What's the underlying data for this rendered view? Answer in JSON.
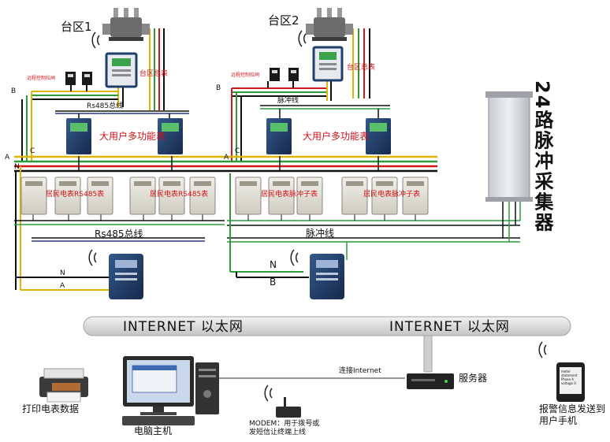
{
  "district_1": {
    "title": "台区1",
    "remote_switch_label": "远程控制拉闸",
    "main_meter_label": "台区总表",
    "bus_label": "Rs485总线",
    "large_user_label": "大用户多功能表",
    "resident_label_a": "居民电表RS485表",
    "resident_label_b": "居民电表RS485表",
    "lower_bus_label": "Rs485总线"
  },
  "district_2": {
    "title": "台区2",
    "remote_switch_label": "远程控制拉闸",
    "main_meter_label": "台区总表",
    "pulse_label": "脉冲线",
    "large_user_label": "大用户多功能表",
    "resident_label_a": "居民电表脉冲子表",
    "resident_label_b": "居民电表脉冲子表",
    "lower_pulse_label": "脉冲线"
  },
  "phase_labels": {
    "a": "A",
    "b": "B",
    "c": "C",
    "n": "N"
  },
  "collector_label": "24路脉冲采集器",
  "internet": {
    "left_label": "INTERNET   以太网",
    "right_label": "INTERNET   以太网"
  },
  "network": {
    "printer_label": "打印电表数据",
    "pc_label": "电脑主机",
    "connect_label": "连接Internet",
    "server_label": "服务器",
    "modem_label_1": "MODEM：用于拨号或",
    "modem_label_2": "发短信让终端上线",
    "alarm_label_1": "报警信息发送到",
    "alarm_label_2": "用户手机"
  },
  "phone_screen": {
    "line1": "meter",
    "line2": "statement",
    "line3": "Phase A",
    "line4": "voltage 0"
  },
  "colors": {
    "phase_a": "#e0b400",
    "phase_b": "#2e9a3a",
    "phase_c": "#d01818",
    "neutral": "#101010",
    "bus": "#2a3a8a",
    "meter_body": "#1f3f6a",
    "meter_screen": "#3aa24a",
    "internet_band": "#d8d8d8"
  }
}
